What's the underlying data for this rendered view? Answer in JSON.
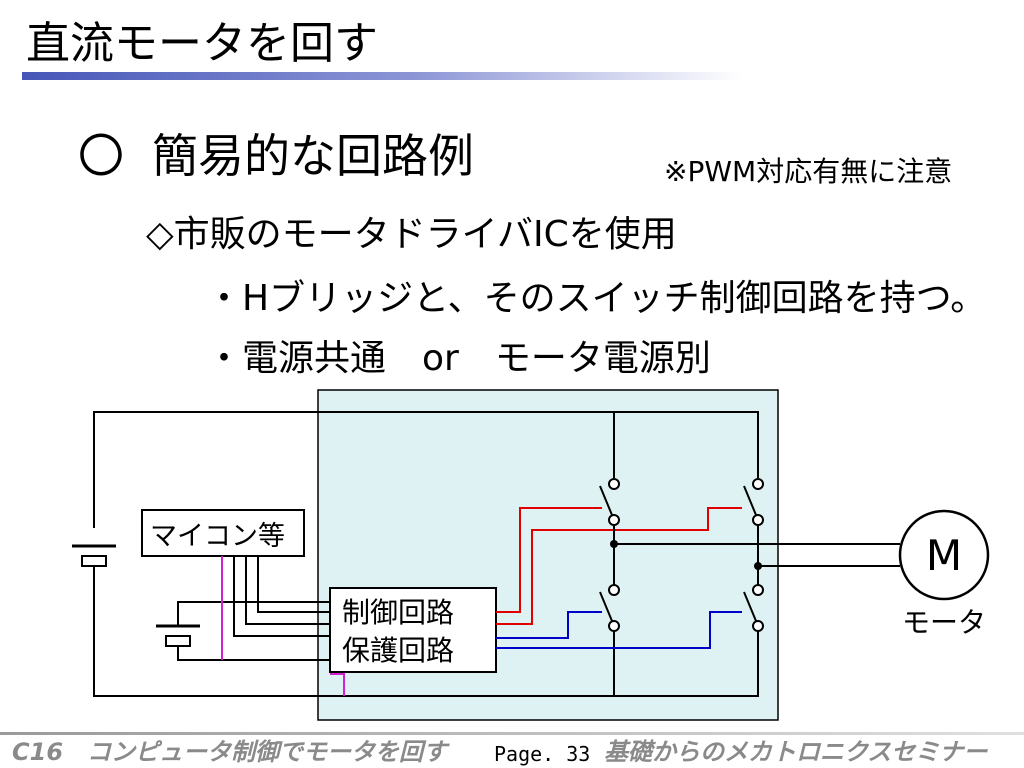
{
  "slide": {
    "title": "直流モータを回す",
    "main_bullet_mark": "〇",
    "main_bullet": "簡易的な回路例",
    "note": "※PWM対応有無に注意",
    "sub_bullet": "◇市販のモータドライバICを使用",
    "sub_items": [
      "・Hブリッジと、そのスイッチ制御回路を持つ。",
      "・電源共通　or　モータ電源別"
    ]
  },
  "diagram": {
    "mcu_label": "マイコン等",
    "control_label_1": "制御回路",
    "control_label_2": "保護回路",
    "motor_symbol": "M",
    "motor_label": "モータ",
    "colors": {
      "driver_box_fill": "#dff2f3",
      "wire": "#000000",
      "high_side_signal": "#e00000",
      "low_side_signal": "#0000c8",
      "ground_link": "#d020d0"
    }
  },
  "footer": {
    "left": "C16　コンピュータ制御でモータを回す",
    "page": "Page. 33",
    "right": "基礎からのメカトロニクスセミナー"
  }
}
